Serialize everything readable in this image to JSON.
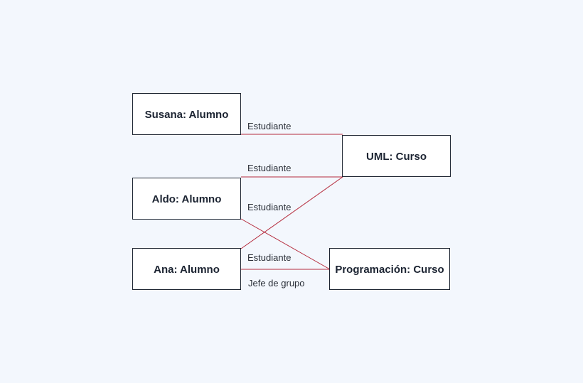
{
  "diagram": {
    "objects": {
      "susana": {
        "label": "Susana: Alumno"
      },
      "aldo": {
        "label": "Aldo: Alumno"
      },
      "ana": {
        "label": "Ana: Alumno"
      },
      "uml": {
        "label": "UML: Curso"
      },
      "programacion": {
        "label": "Programación: Curso"
      }
    },
    "links": {
      "susana_uml": {
        "from": "susana",
        "to": "uml",
        "label": "Estudiante"
      },
      "aldo_uml": {
        "from": "aldo",
        "to": "uml",
        "label": "Estudiante"
      },
      "aldo_programacion": {
        "from": "aldo",
        "to": "programacion",
        "label": "Estudiante"
      },
      "ana_uml": {
        "from": "ana",
        "to": "uml",
        "label": "Estudiante"
      },
      "ana_programacion": {
        "from": "ana",
        "to": "programacion",
        "label": "Jefe de grupo"
      }
    },
    "colors": {
      "link": "#b52b3d",
      "box_border": "#1e2633",
      "background": "#f3f7fd"
    }
  }
}
